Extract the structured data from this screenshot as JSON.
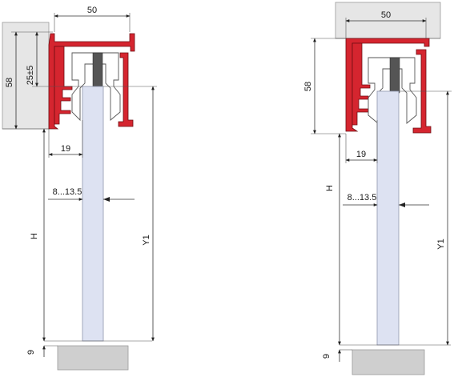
{
  "views": [
    {
      "id": "wall-mount",
      "dims": {
        "width": "50",
        "height": "58",
        "offset": "25±5",
        "glass_offset": "19",
        "glass_thickness": "8...13.5",
        "opening_height": "H",
        "panel_height": "Y1",
        "floor_gap": "9"
      }
    },
    {
      "id": "ceiling-mount",
      "dims": {
        "width": "50",
        "height": "58",
        "glass_offset": "19",
        "glass_thickness": "8...13.5",
        "opening_height": "H",
        "panel_height": "Y1",
        "floor_gap": "9"
      }
    }
  ],
  "colors": {
    "profile": "#d5252f",
    "glass": "#dde2f2",
    "wall": "#e6e6e6",
    "floor": "#cfcfcf"
  }
}
